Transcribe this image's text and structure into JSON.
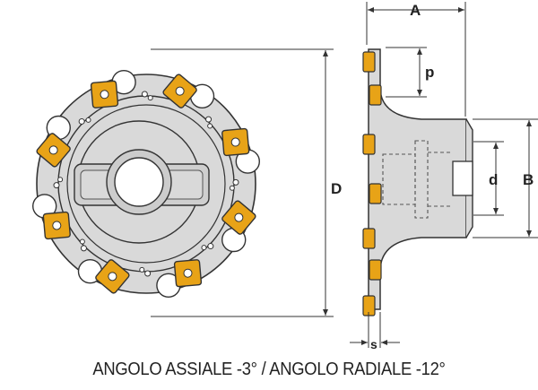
{
  "caption": "ANGOLO ASSIALE -3° / ANGOLO RADIALE -12°",
  "dimensions": {
    "A": "A",
    "p": "p",
    "D": "D",
    "d": "d",
    "B": "B",
    "s": "s"
  },
  "colors": {
    "insert": "#e8a317",
    "body": "#d9d9d9",
    "outline": "#333333",
    "dimension_line": "#333333"
  },
  "front_view": {
    "insert_count": 8
  }
}
